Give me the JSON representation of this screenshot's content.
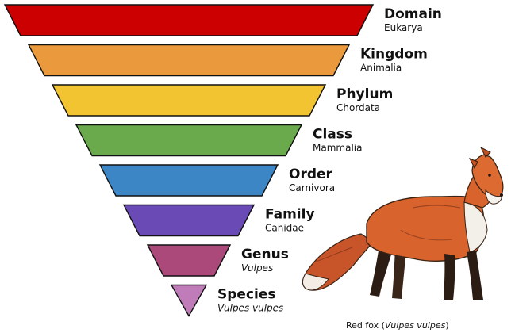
{
  "ranks": [
    {
      "name": "Domain",
      "value": "Eukarya",
      "italic": false,
      "color": "#cc0000"
    },
    {
      "name": "Kingdom",
      "value": "Animalia",
      "italic": false,
      "color": "#ea9a3c"
    },
    {
      "name": "Phylum",
      "value": "Chordata",
      "italic": false,
      "color": "#f2c431"
    },
    {
      "name": "Class",
      "value": "Mammalia",
      "italic": false,
      "color": "#6aaa4c"
    },
    {
      "name": "Order",
      "value": "Carnivora",
      "italic": false,
      "color": "#3d86c6"
    },
    {
      "name": "Family",
      "value": "Canidae",
      "italic": false,
      "color": "#6a4ab4"
    },
    {
      "name": "Genus",
      "value": "Vulpes",
      "italic": true,
      "color": "#ab4a7a"
    },
    {
      "name": "Species",
      "value": "Vulpes vulpes",
      "italic": true,
      "color": "#c07cb8"
    }
  ],
  "caption": {
    "prefix": "Red fox (",
    "species": "Vulpes vulpes",
    "suffix": ")"
  },
  "fox_image": {
    "icon": "red-fox-illustration"
  }
}
